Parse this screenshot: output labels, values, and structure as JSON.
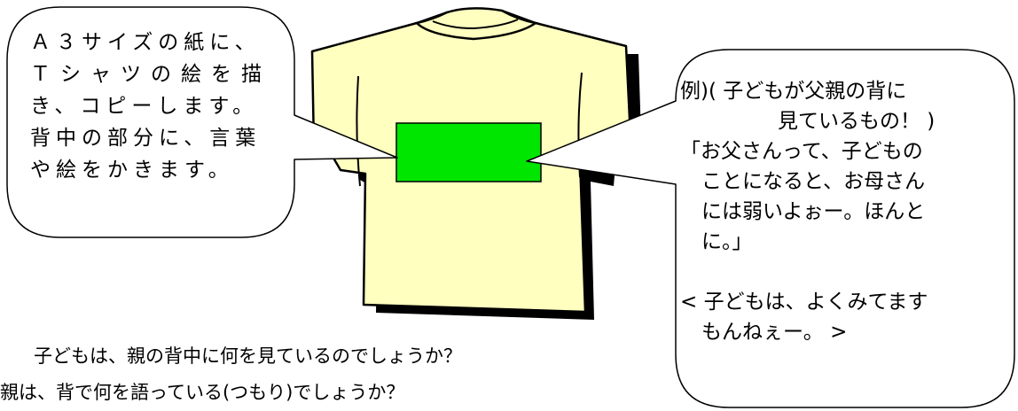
{
  "left_bubble": {
    "lines": [
      "Ａ３サイズの紙に、",
      "Ｔシャツの絵を描",
      "き、コピーします。",
      "背中の部分に、言葉",
      "や絵をかきます。"
    ]
  },
  "right_bubble": {
    "lines": [
      "例)( 子どもが父親の背に",
      "見ているもの！ )",
      "「お父さんって、子どもの",
      "ことになると、お母さん",
      "には弱いよぉー。ほんと",
      "に。」",
      "",
      "< 子どもは、よくみてます",
      "もんねぇー。 >"
    ]
  },
  "questions": {
    "q1": "子どもは、親の背中に何を見ているのでしょうか？",
    "q2": "親は、背で何を語っている(つもり)でしょうか？"
  },
  "colors": {
    "shirt": "#FFFFC0",
    "back_box": "#00E600",
    "outline": "#000000"
  }
}
